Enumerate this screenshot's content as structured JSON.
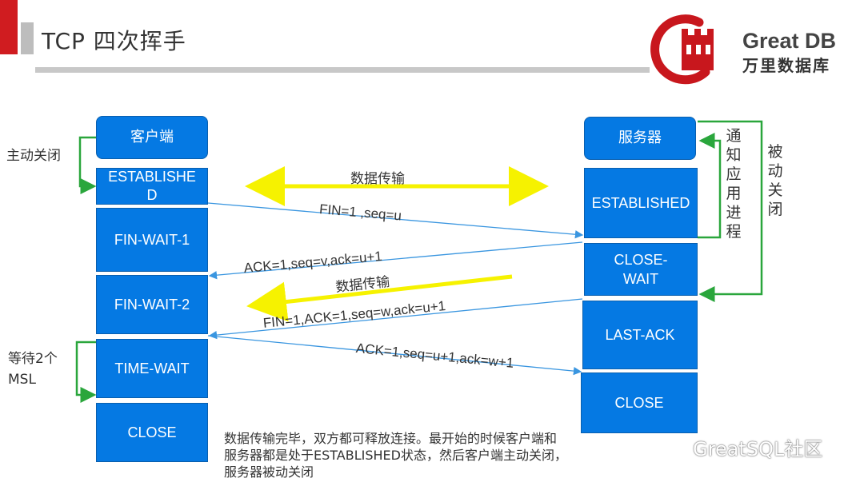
{
  "slide": {
    "title": "TCP 四次挥手",
    "logo": {
      "brand": "Great DB",
      "brand_cn": "万里数据库",
      "brand_color": "#c8171d"
    }
  },
  "client": {
    "header": "客户端",
    "states": [
      "ESTABLISHED",
      "FIN-WAIT-1",
      "FIN-WAIT-2",
      "TIME-WAIT",
      "CLOSE"
    ]
  },
  "server": {
    "header": "服务器",
    "states": [
      "ESTABLISHED",
      "CLOSE-WAIT",
      "LAST-ACK",
      "CLOSE"
    ]
  },
  "side_labels": {
    "active_close": "主动关闭",
    "wait_msl": "等待2个MSL",
    "notify_app": "通知应用进程",
    "passive_close": "被动关闭"
  },
  "messages": {
    "data_transfer_1": "数据传输",
    "fin1": "FIN=1 ,seq=u",
    "ack1": "ACK=1,seq=v,ack=u+1",
    "data_transfer_2": "数据传输",
    "fin2": "FIN=1,ACK=1,seq=w,ack=u+1",
    "ack2": "ACK=1,seq=u+1,ack=w+1"
  },
  "note": "数据传输完毕，双方都可释放连接。最开始的时候客户端和服务器都是处于ESTABLISHED状态，然后客户端主动关闭，服务器被动关闭",
  "watermark": "GreatSQL社区",
  "colors": {
    "box": "#0579e3",
    "arrow_blue": "#3a96e0",
    "yellow": "#f6f200",
    "green": "#2aa63c",
    "red": "#d01c20"
  }
}
